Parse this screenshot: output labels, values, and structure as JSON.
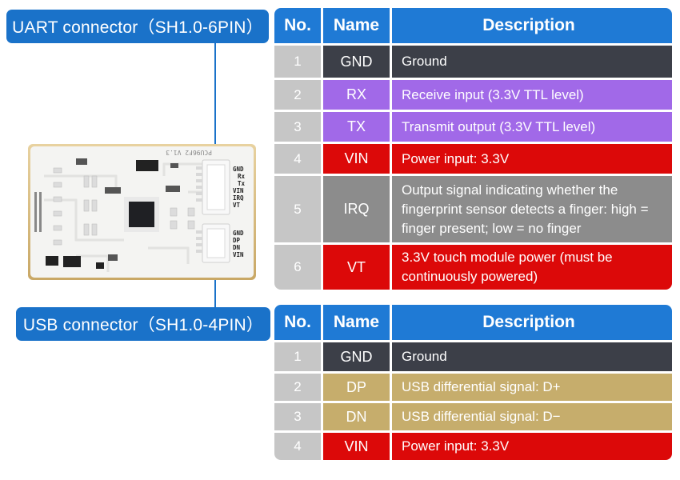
{
  "uart_label": "UART connector（SH1.0-6PIN）",
  "usb_label": "USB connector（SH1.0-4PIN）",
  "headers": {
    "no": "No.",
    "name": "Name",
    "description": "Description"
  },
  "uart_table": [
    {
      "no": "1",
      "name": "GND",
      "description": "Ground",
      "color": "#3c3f48"
    },
    {
      "no": "2",
      "name": "RX",
      "description": "Receive input (3.3V TTL level)",
      "color": "#a169e8"
    },
    {
      "no": "3",
      "name": "TX",
      "description": "Transmit output (3.3V TTL level)",
      "color": "#a169e8"
    },
    {
      "no": "4",
      "name": "VIN",
      "description": "Power input: 3.3V",
      "color": "#dc0909"
    },
    {
      "no": "5",
      "name": "IRQ",
      "description": "Output signal indicating whether the fingerprint sensor detects a finger: high = finger present; low = no finger",
      "color": "#8c8c8c"
    },
    {
      "no": "6",
      "name": "VT",
      "description": "3.3V touch module power (must be continuously powered)",
      "color": "#dc0909"
    }
  ],
  "usb_table": [
    {
      "no": "1",
      "name": "GND",
      "description": "Ground",
      "color": "#3c3f48"
    },
    {
      "no": "2",
      "name": "DP",
      "description": "USB differential signal: D+",
      "color": "#c6ad6c"
    },
    {
      "no": "3",
      "name": "DN",
      "description": "USB differential signal: D−",
      "color": "#c6ad6c"
    },
    {
      "no": "4",
      "name": "VIN",
      "description": "Power input: 3.3V",
      "color": "#dc0909"
    }
  ],
  "board": {
    "silkscreen_model": "PCU96F2 V1.3",
    "uart_pins": [
      "GND",
      "Rx",
      "Tx",
      "VIN",
      "IRQ",
      "VT"
    ],
    "usb_pins": [
      "GND",
      "DP",
      "DN",
      "VIN"
    ]
  }
}
